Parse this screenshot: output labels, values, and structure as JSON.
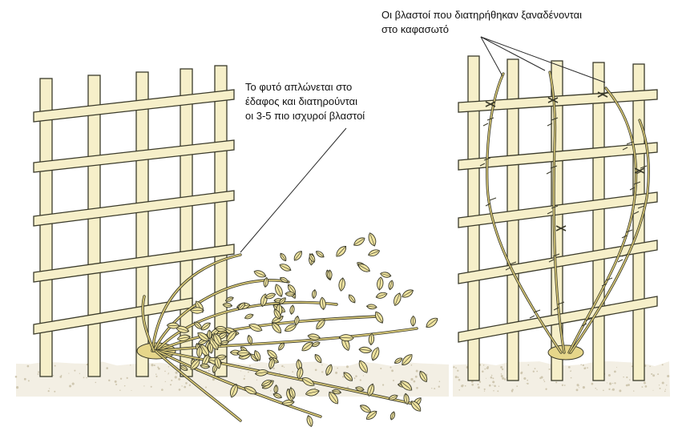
{
  "annotations": {
    "left": {
      "lines": [
        "Το φυτό απλώνεται στο",
        "έδαφος και διατηρούνται",
        "οι 3-5 πιο ισχυροί βλαστοί"
      ]
    },
    "right": {
      "lines": [
        "Οι βλαστοί που διατηρήθηκαν ξαναδένονται",
        "στο καφασωτό"
      ]
    }
  },
  "colors": {
    "trellis": "#f6efc9",
    "outline": "#3a3a2a",
    "leaf": "#efe3a0",
    "stem": "#8a7f4a",
    "ground": "#cfc7b0"
  },
  "icons": {
    "left": "trellis-with-spread-plant",
    "right": "trellis-with-tied-canes"
  }
}
